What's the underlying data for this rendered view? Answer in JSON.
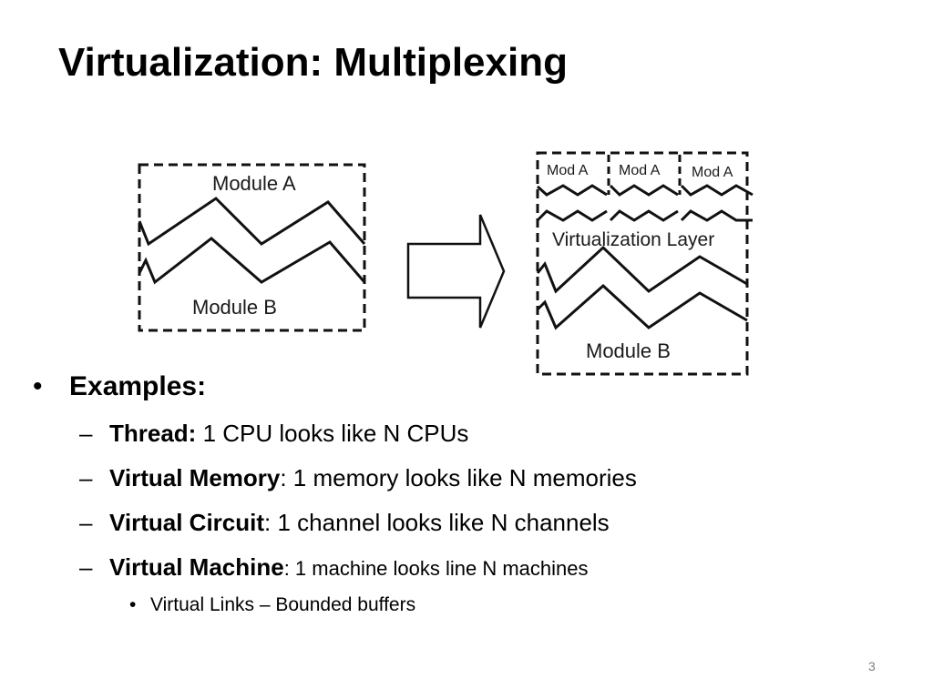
{
  "slide": {
    "title": "Virtualization: Multiplexing",
    "page_number": "3"
  },
  "diagram": {
    "left": {
      "module_a": "Module A",
      "module_b": "Module B"
    },
    "right": {
      "mod_a_1": "Mod A",
      "mod_a_2": "Mod A",
      "mod_a_3": "Mod A",
      "layer": "Virtualization Layer",
      "module_b": "Module B"
    }
  },
  "bullets": {
    "heading": "Examples:",
    "items": [
      {
        "term": "Thread:",
        "text": " 1 CPU looks like N CPUs"
      },
      {
        "term": "Virtual Memory",
        "text": ": 1 memory looks like N memories"
      },
      {
        "term": "Virtual Circuit",
        "text": ": 1 channel looks like N channels"
      },
      {
        "term": "Virtual Machine",
        "text": ": 1 machine looks line N machines"
      }
    ],
    "sub_items": [
      "Virtual Links – Bounded buffers"
    ]
  }
}
